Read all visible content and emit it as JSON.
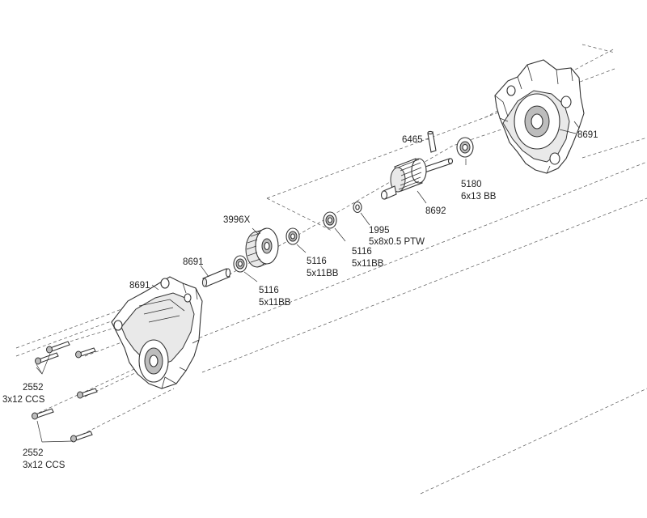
{
  "callouts": {
    "case_right_part": "8691",
    "pin_part": "6465",
    "bearing_6x13_part": "5180",
    "bearing_6x13_desc": "6x13 BB",
    "pinion_part": "8692",
    "washer_part": "1995",
    "washer_desc": "5x8x0.5 PTW",
    "bearing_a_part": "5116",
    "bearing_a_desc": "5x11BB",
    "bearing_b_part": "5116",
    "bearing_b_desc": "5x11BB",
    "bearing_c_part": "5116",
    "bearing_c_desc": "5x11BB",
    "idler_gear_part": "3996X",
    "shaft_part": "8691",
    "case_left_part": "8691",
    "screws_upper_part": "2552",
    "screws_upper_desc": "3x12 CCS",
    "screws_lower_part": "2552",
    "screws_lower_desc": "3x12 CCS"
  }
}
